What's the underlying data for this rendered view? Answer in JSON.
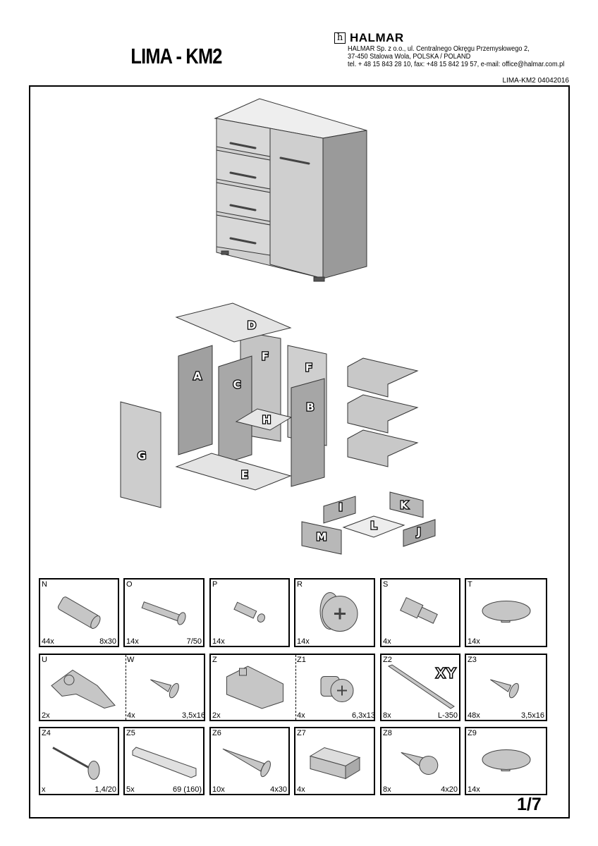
{
  "header": {
    "title": "LIMA - KM2",
    "brand": "HALMAR",
    "logo_glyph": "h",
    "address_line1": "HALMAR Sp. z o.o., ul. Centralnego Okręgu Przemysłowego 2,",
    "address_line2": "37-450 Stalowa Wola, POLSKA  / POLAND",
    "address_line3": "tel. + 48 15 843 28 10, fax: +48 15 842 19 57, e-mail: office@halmar.com.pl",
    "doc_id": "LIMA-KM2 04042016"
  },
  "parts": [
    "A",
    "B",
    "C",
    "D",
    "E",
    "F",
    "G",
    "H",
    "I",
    "J",
    "K",
    "L",
    "M"
  ],
  "hardware": [
    {
      "code": "N",
      "qty": "44x",
      "size": "8x30",
      "icon": "dowel-icon"
    },
    {
      "code": "O",
      "qty": "14x",
      "size": "7/50",
      "icon": "confirmat-screw-icon"
    },
    {
      "code": "P",
      "qty": "14x",
      "size": "",
      "icon": "cam-bolt-icon"
    },
    {
      "code": "R",
      "qty": "14x",
      "size": "",
      "icon": "cam-lock-icon"
    },
    {
      "code": "S",
      "qty": "4x",
      "size": "",
      "icon": "shelf-pin-icon"
    },
    {
      "code": "T",
      "qty": "14x",
      "size": "",
      "icon": "cover-cap-icon"
    },
    {
      "code": "U",
      "qty": "2x",
      "size": "",
      "icon": "hinge-icon"
    },
    {
      "code": "W",
      "qty": "4x",
      "size": "3,5x16",
      "icon": "wood-screw-icon"
    },
    {
      "code": "Z",
      "qty": "2x",
      "size": "",
      "icon": "mounting-plate-icon"
    },
    {
      "code": "Z1",
      "qty": "4x",
      "size": "6,3x13",
      "icon": "euro-screw-icon"
    },
    {
      "code": "Z2",
      "qty": "8x",
      "size": "L-350",
      "icon": "drawer-runner-icon",
      "mark": "XY"
    },
    {
      "code": "Z3",
      "qty": "48x",
      "size": "3,5x16",
      "icon": "wood-screw-icon"
    },
    {
      "code": "Z4",
      "qty": "x",
      "size": "1,4/20",
      "icon": "nail-icon"
    },
    {
      "code": "Z5",
      "qty": "5x",
      "size": "69 (160)",
      "icon": "wooden-strip-icon"
    },
    {
      "code": "Z6",
      "qty": "10x",
      "size": "4x30",
      "icon": "long-screw-icon"
    },
    {
      "code": "Z7",
      "qty": "4x",
      "size": "",
      "icon": "block-icon"
    },
    {
      "code": "Z8",
      "qty": "8x",
      "size": "4x20",
      "icon": "washer-screw-icon"
    },
    {
      "code": "Z9",
      "qty": "14x",
      "size": "",
      "icon": "cover-cap-icon"
    }
  ],
  "footer": {
    "page": "1/7"
  }
}
